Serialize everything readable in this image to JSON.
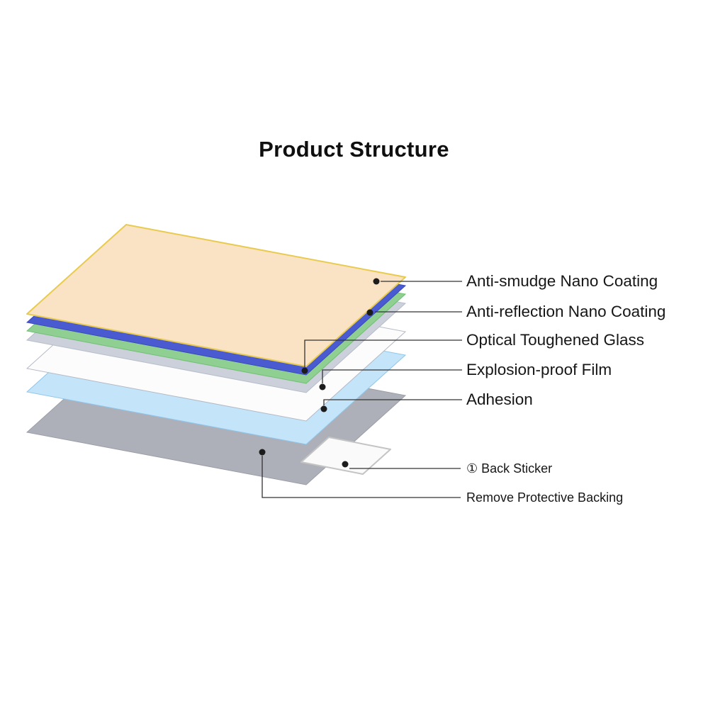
{
  "title": "Product Structure",
  "diagram": {
    "line_color": "#333333",
    "dot_color": "#1c1c1c",
    "layers": {
      "anti_smudge": {
        "fill": "#FAE3C4",
        "stroke": "#E8CB4E"
      },
      "anti_reflection": {
        "fill": "#4A5BD2",
        "stroke": "#3A4ABC"
      },
      "glass_edge": {
        "fill": "#8FD092",
        "stroke": "#6FBF72"
      },
      "glass_body": {
        "fill": "#CBD0DA",
        "stroke": "#B7BDC9"
      },
      "explosion_film": {
        "fill": "#FCFCFD",
        "stroke": "#B4BAC5"
      },
      "adhesion": {
        "fill": "#C4E4F9",
        "stroke": "#8FC6EB"
      },
      "backing": {
        "fill": "#AEB0B9",
        "stroke": "#9B9EA8"
      },
      "back_sticker": {
        "fill": "#FAFAFB",
        "stroke": "#C4C4C4"
      }
    }
  },
  "annotations": [
    {
      "text": "Anti-smudge Nano Coating"
    },
    {
      "text": "Anti-reflection Nano Coating"
    },
    {
      "text": "Optical Toughened Glass"
    },
    {
      "text": "Explosion-proof Film"
    },
    {
      "text": "Adhesion"
    },
    {
      "text": "① Back Sticker"
    },
    {
      "text": "Remove Protective Backing"
    }
  ]
}
